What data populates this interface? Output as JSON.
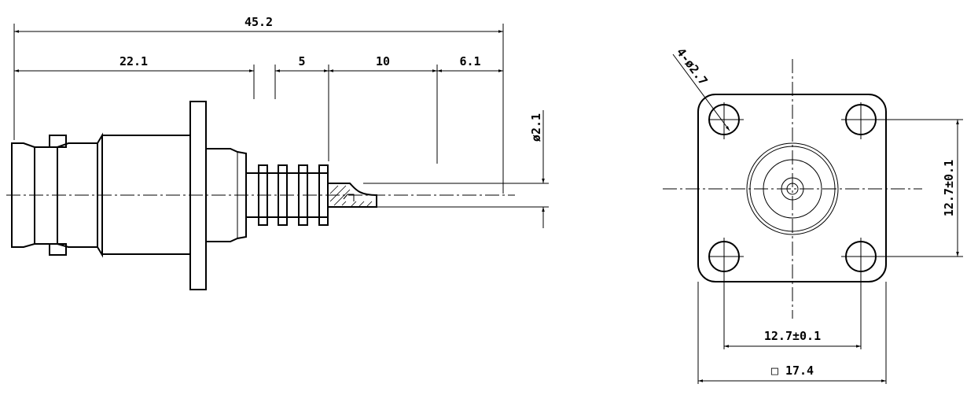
{
  "side_view": {
    "overall_length": "45.2",
    "segment_1": "22.1",
    "segment_2": "5",
    "segment_3": "10",
    "segment_4": "6.1",
    "pin_diameter": "ø2.1"
  },
  "front_view": {
    "holes": "4-ø2.7",
    "hole_spacing_vertical": "12.7±0.1",
    "hole_spacing_horizontal": "12.7±0.1",
    "flange_size": "□ 17.4"
  }
}
